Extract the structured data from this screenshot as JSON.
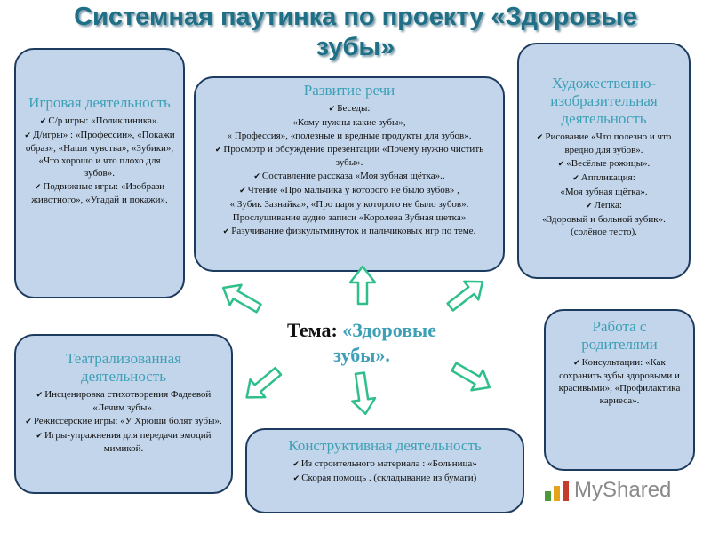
{
  "title": "Системная паутинка по проекту «Здоровые зубы»",
  "theme": {
    "label": "Тема:",
    "name": "«Здоровые зубы»."
  },
  "boxes": {
    "game": {
      "title": "Игровая деятельность",
      "items": [
        "С/р игры: «Поликлиника».",
        "Д/игры» : «Профессии», «Покажи образ», «Наши чувства», «Зубики», «Что хорошо и что плохо для зубов».",
        "Подвижные игры: «Изобрази животного», «Угадай и покажи»."
      ]
    },
    "speech": {
      "title": "Развитие речи",
      "items": [
        {
          "text": "Беседы:",
          "check": true
        },
        {
          "text": "«Кому нужны какие зубы»,",
          "check": false
        },
        {
          "text": "« Профессия», «полезные и вредные продукты для зубов».",
          "check": false
        },
        {
          "text": "Просмотр и обсуждение презентации «Почему нужно чистить зубы».",
          "check": true
        },
        {
          "text": "Составление рассказа «Моя зубная щётка»..",
          "check": true
        },
        {
          "text": "Чтение «Про мальчика у которого не было зубов» ,",
          "check": true
        },
        {
          "text": "« Зубик Зазнайка», «Про царя у которого не было зубов».",
          "check": false
        },
        {
          "text": "Прослушивание аудио записи «Королева Зубная щетка»",
          "check": false
        },
        {
          "text": "Разучивание физкультминуток и пальчиковых игр по теме.",
          "check": true
        }
      ]
    },
    "art": {
      "title": "Художественно-изобразительная деятельность",
      "items": [
        {
          "text": "Рисование «Что полезно и что вредно для зубов».",
          "check": true
        },
        {
          "text": "«Весёлые рожицы».",
          "check": true
        },
        {
          "text": "Аппликация:",
          "check": true
        },
        {
          "text": "«Моя зубная щётка».",
          "check": false
        },
        {
          "text": "Лепка:",
          "check": true
        },
        {
          "text": "«Здоровый и больной зубик». (солёное тесто).",
          "check": false
        }
      ]
    },
    "theatre": {
      "title": "Театрализованная деятельность",
      "items": [
        "Инсценировка стихотворения Фадеевой «Лечим зубы».",
        "Режиссёрские игры: «У Хрюши болят зубы».",
        "Игры-упражнения для передачи эмоций мимикой."
      ]
    },
    "construct": {
      "title": "Конструктивная деятельность",
      "items": [
        "Из строительного материала : «Больница»",
        "Скорая помощь . (складывание из бумаги)"
      ]
    },
    "parents": {
      "title": "Работа с родителями",
      "items": [
        "Консультации: «Как сохранить зубы здоровыми и красивыми», «Профилактика кариеса»."
      ]
    }
  },
  "watermark": {
    "text": "MyShared"
  },
  "colors": {
    "box_fill": "#c3d5ea",
    "box_border": "#1d3a5f",
    "accent": "#3da0b7",
    "title": "#1f6f86"
  }
}
